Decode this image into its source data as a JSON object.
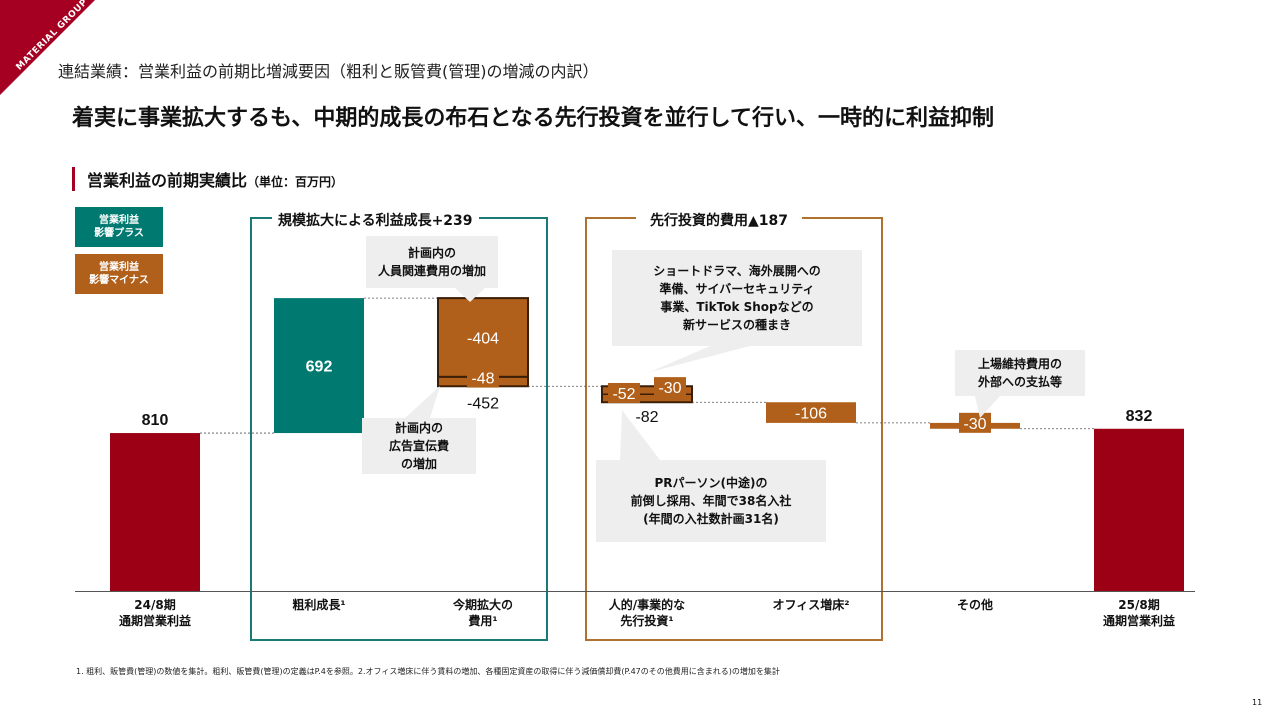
{
  "logo": "MATERIAL GROUP",
  "subtitle": "連結業績：営業利益の前期比増減要因（粗利と販管費(管理)の増減の内訳）",
  "headline": "着実に事業拡大するも、中期的成長の布石となる先行投資を並行して行い、一時的に利益抑制",
  "section": {
    "title": "営業利益の前期実績比",
    "unit": "（単位：百万円）"
  },
  "legend": [
    {
      "label": "営業利益\n影響プラス",
      "color": "#007a70"
    },
    {
      "label": "営業利益\n影響マイナス",
      "color": "#b0601a"
    }
  ],
  "groups": [
    {
      "title": "規模拡大による利益成長+239",
      "color": "#1a7a78"
    },
    {
      "title": "先行投資的費用▲187",
      "color": "#b0712e"
    }
  ],
  "callouts": [
    "計画内の\n人員関連費用の増加",
    "計画内の\n広告宣伝費\nの増加",
    "ショートドラマ、海外展開への\n準備、サイバーセキュリティ\n事業、TikTok Shopなどの\n新サービスの種まき",
    "PRパーソン(中途)の\n前倒し採用、年間で38名入社\n(年間の入社数計画31名)",
    "上場維持費用の\n外部への支払等"
  ],
  "xlabels": [
    "24/8期\n通期営業利益",
    "粗利成長¹",
    "今期拡大の\n費用¹",
    "人的/事業的な\n先行投資¹",
    "オフィス増床²",
    "その他",
    "25/8期\n通期営業利益"
  ],
  "chart_data": {
    "type": "waterfall",
    "categories": [
      "24/8期 通期営業利益",
      "粗利成長",
      "今期拡大の費用",
      "人的/事業的な先行投資",
      "オフィス増床",
      "その他",
      "25/8期 通期営業利益"
    ],
    "values": [
      810,
      692,
      -452,
      -82,
      -106,
      -30,
      832
    ],
    "sub_values": {
      "今期拡大の費用": [
        -404,
        -48
      ],
      "人的/事業的な先行投資": [
        -52,
        -30
      ]
    },
    "labels": {
      "start": "810",
      "gross": "692",
      "exp_a": "-404",
      "exp_b": "-48",
      "exp_total": "-452",
      "inv_a": "-52",
      "inv_b": "-30",
      "inv_total": "-82",
      "office": "-106",
      "other": "-30",
      "end": "832"
    },
    "colors": {
      "total": "#9b0014",
      "plus": "#007a70",
      "minus": "#b0601a"
    }
  },
  "footnote": "1. 粗利、販管費(管理)の数値を集計。粗利、販管費(管理)の定義はP.4を参照。2.オフィス増床に伴う賃料の増加、各種固定資産の取得に伴う減価償却費(P.47のその他費用に含まれる)の増加を集計",
  "page": "11"
}
